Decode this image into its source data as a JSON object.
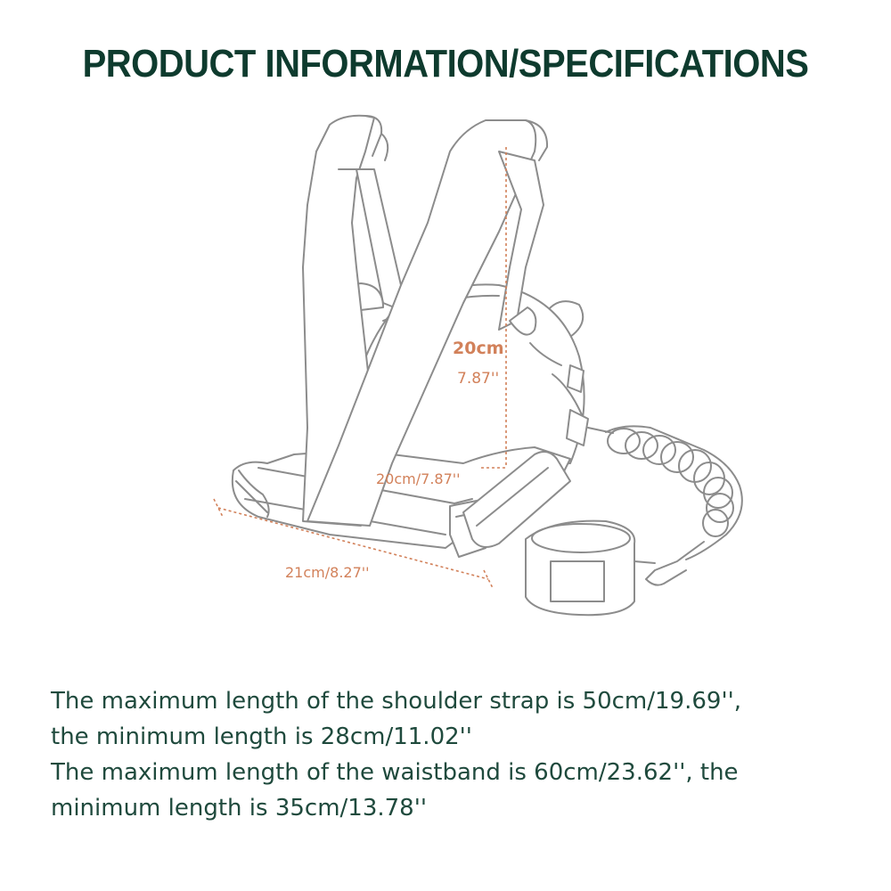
{
  "page": {
    "title": "PRODUCT INFORMATION/SPECIFICATIONS"
  },
  "dimensions": {
    "height_cm": "20cm",
    "height_in": "7.87''",
    "depth": "20cm/7.87''",
    "width": "21cm/8.27''"
  },
  "specs": {
    "lines": [
      "The maximum length of the shoulder strap is 50cm/19.69'',",
      "the minimum length is 28cm/11.02''",
      "The maximum length of the waistband is 60cm/23.62'', the",
      "minimum length is 35cm/13.78''"
    ]
  },
  "colors": {
    "title": "#0e3b2e",
    "dimension": "#d2815a",
    "outline": "#8c8c8c",
    "body_text": "#1f4a3d"
  }
}
